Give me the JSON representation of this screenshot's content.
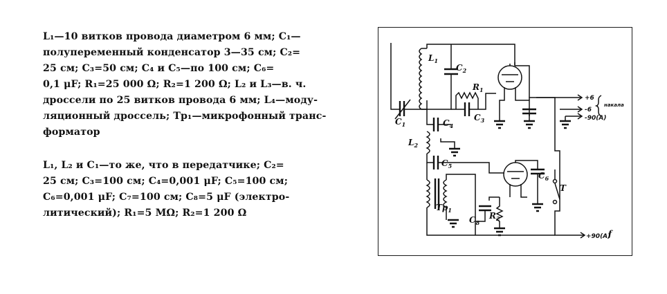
{
  "text": {
    "para1_lines": [
      "L₁—10 витков провода диаметром 6 мм; C₁—",
      "полупеременный конденсатор 3—35 см; C₂=",
      "25 см; C₃=50 см; C₄ и C₅—по 100 см; C₆=",
      "0,1 μF; R₁=25 000 Ω; R₂=1 200 Ω; L₂ и L₃—в. ч.",
      "дроссели по 25 витков провода 6 мм; L₄—моду-",
      "ляционный дроссель; Tp₁—микрофонный транс-",
      "форматор"
    ],
    "para2_lines": [
      "L₁, L₂ и C₁—то же, что в передатчике; C₂=",
      "25 см; C₃=100 см; C₄=0,001 μF; C₅=100 см;",
      "C₆=0,001 μF; C₇=100 см; C₈=5 μF (электро-",
      "литический); R₁=5 MΩ; R₂=1 200 Ω"
    ]
  },
  "schematic": {
    "labels": {
      "c1": "C",
      "c1_sub": "1",
      "l1": "L",
      "l1_sub": "1",
      "c2": "C",
      "c2_sub": "2",
      "r1": "R",
      "r1_sub": "1",
      "c3": "C",
      "c3_sub": "3",
      "c4": "C",
      "c4_sub": "4",
      "l2": "L",
      "l2_sub": "2",
      "c5": "C",
      "c5_sub": "5",
      "tp1": "Tp",
      "tp1_sub": "1",
      "c6": "C",
      "c6_sub": "6",
      "c8": "C",
      "c8_sub": "8",
      "r2": "R",
      "r2_sub": "2",
      "t": "T"
    },
    "terminals": {
      "plus6": "+6",
      "minus6": "-6",
      "filament": "накала",
      "minus90": "-90(A)",
      "plus90": "+90(A)",
      "mark": "f"
    }
  }
}
